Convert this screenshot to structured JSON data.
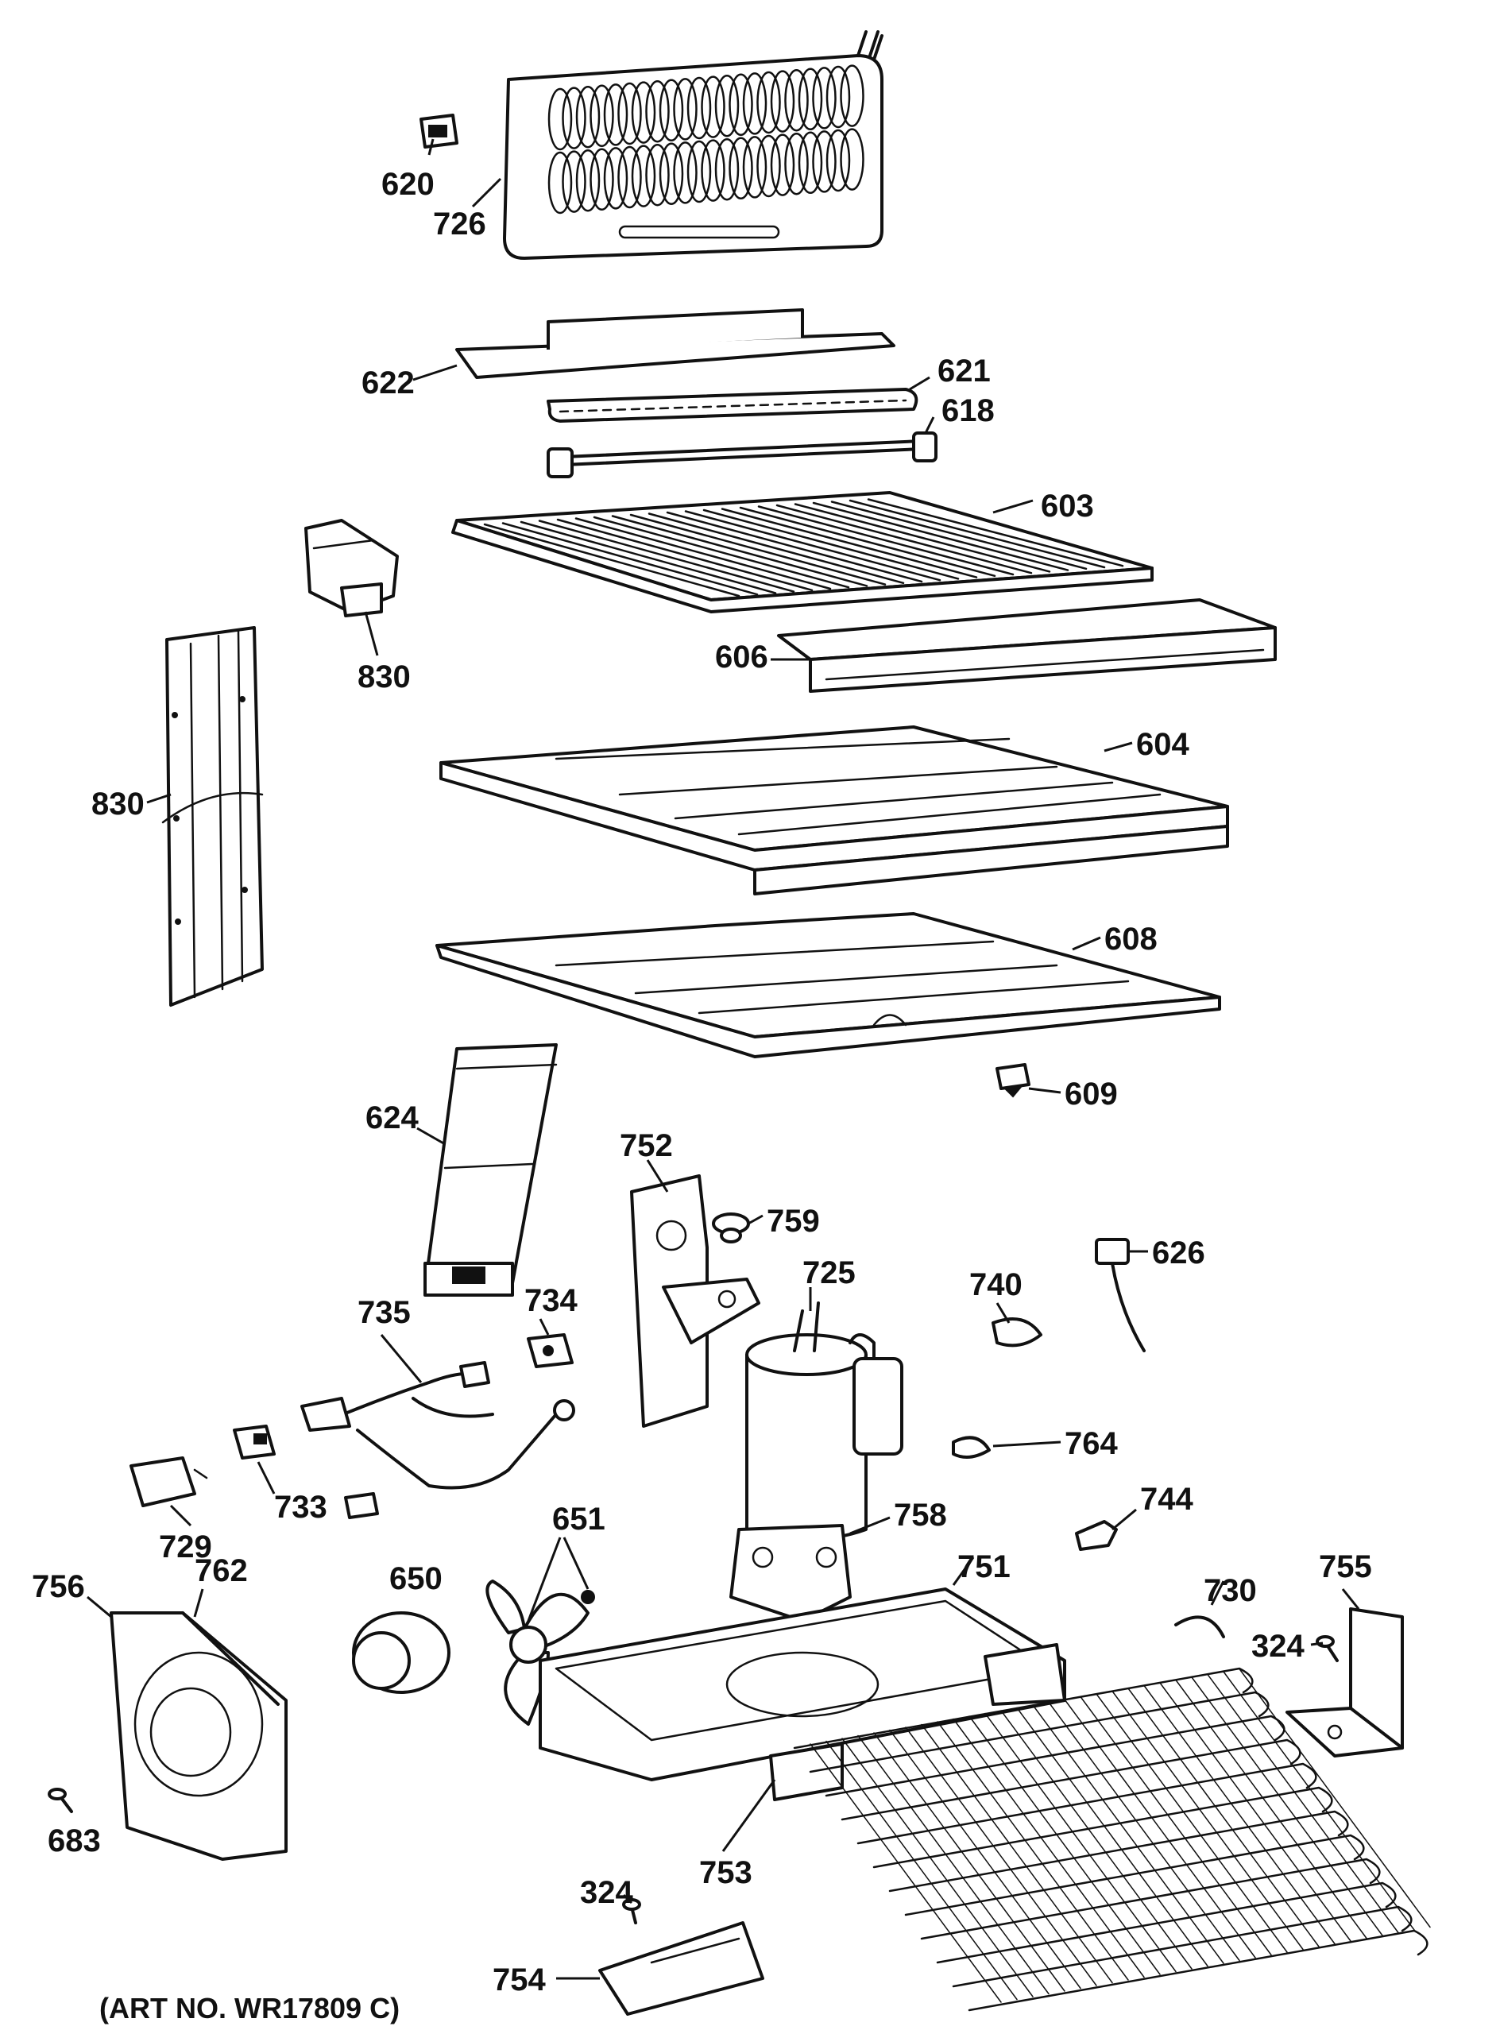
{
  "labels": {
    "p620": "620",
    "p726": "726",
    "p622": "622",
    "p621": "621",
    "p618": "618",
    "p603": "603",
    "p830a": "830",
    "p606": "606",
    "p830b": "830",
    "p604": "604",
    "p608": "608",
    "p609": "609",
    "p624": "624",
    "p752": "752",
    "p759": "759",
    "p626": "626",
    "p725": "725",
    "p740": "740",
    "p734": "734",
    "p735": "735",
    "p764": "764",
    "p733": "733",
    "p651": "651",
    "p758": "758",
    "p744": "744",
    "p729": "729",
    "p762": "762",
    "p650": "650",
    "p751": "751",
    "p755": "755",
    "p730": "730",
    "p756": "756",
    "p324a": "324",
    "p683": "683",
    "p753": "753",
    "p324b": "324",
    "p754": "754"
  },
  "footer": {
    "art_number": "(ART NO. WR17809 C)"
  }
}
